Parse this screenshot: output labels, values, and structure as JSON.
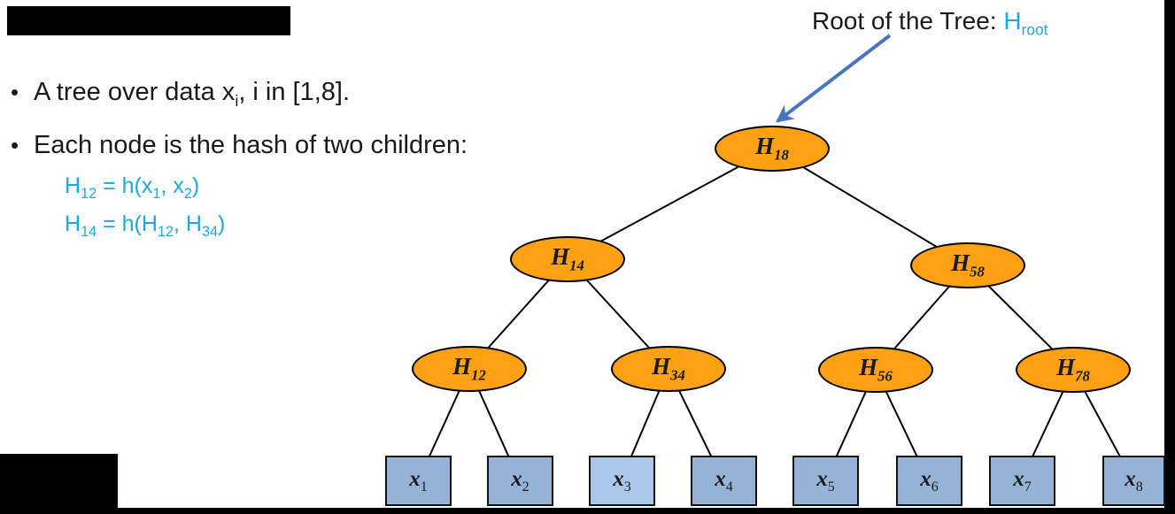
{
  "slide": {
    "bullets": {
      "b1": [
        {
          "t": "A tree over data x"
        },
        {
          "t": "i",
          "sub": true
        },
        {
          "t": ", i in [1,8]."
        }
      ],
      "b2": [
        {
          "t": "Each node is the hash of two children:"
        }
      ],
      "dot": "•"
    },
    "formulas": {
      "f1": [
        {
          "t": "H"
        },
        {
          "t": "12",
          "sub": true
        },
        {
          "t": " = h(x"
        },
        {
          "t": "1",
          "sub": true
        },
        {
          "t": ", x"
        },
        {
          "t": "2",
          "sub": true
        },
        {
          "t": ")"
        }
      ],
      "f2": [
        {
          "t": "H"
        },
        {
          "t": "14",
          "sub": true
        },
        {
          "t": " = h(H"
        },
        {
          "t": "12",
          "sub": true
        },
        {
          "t": ", H"
        },
        {
          "t": "34",
          "sub": true
        },
        {
          "t": ")"
        }
      ]
    },
    "annotation": {
      "prefix": "Root of the Tree: ",
      "value": [
        {
          "t": "H"
        },
        {
          "t": "root",
          "sub": true
        }
      ]
    }
  },
  "tree": {
    "h18": {
      "main": "H",
      "sub": "18"
    },
    "h14": {
      "main": "H",
      "sub": "14"
    },
    "h58": {
      "main": "H",
      "sub": "58"
    },
    "h12": {
      "main": "H",
      "sub": "12"
    },
    "h34": {
      "main": "H",
      "sub": "34"
    },
    "h56": {
      "main": "H",
      "sub": "56"
    },
    "h78": {
      "main": "H",
      "sub": "78"
    },
    "x1": {
      "main": "x",
      "sub": "1"
    },
    "x2": {
      "main": "x",
      "sub": "2"
    },
    "x3": {
      "main": "x",
      "sub": "3"
    },
    "x4": {
      "main": "x",
      "sub": "4"
    },
    "x5": {
      "main": "x",
      "sub": "5"
    },
    "x6": {
      "main": "x",
      "sub": "6"
    },
    "x7": {
      "main": "x",
      "sub": "7"
    },
    "x8": {
      "main": "x",
      "sub": "8"
    }
  },
  "colors": {
    "node_fill": "#FFA113",
    "leaf_fill": "#95B3D7",
    "leaf_fill_light": "#A9C7E8",
    "formula_blue": "#1BA9E4",
    "arrow_blue": "#4875C0",
    "edge_black": "#000000"
  }
}
